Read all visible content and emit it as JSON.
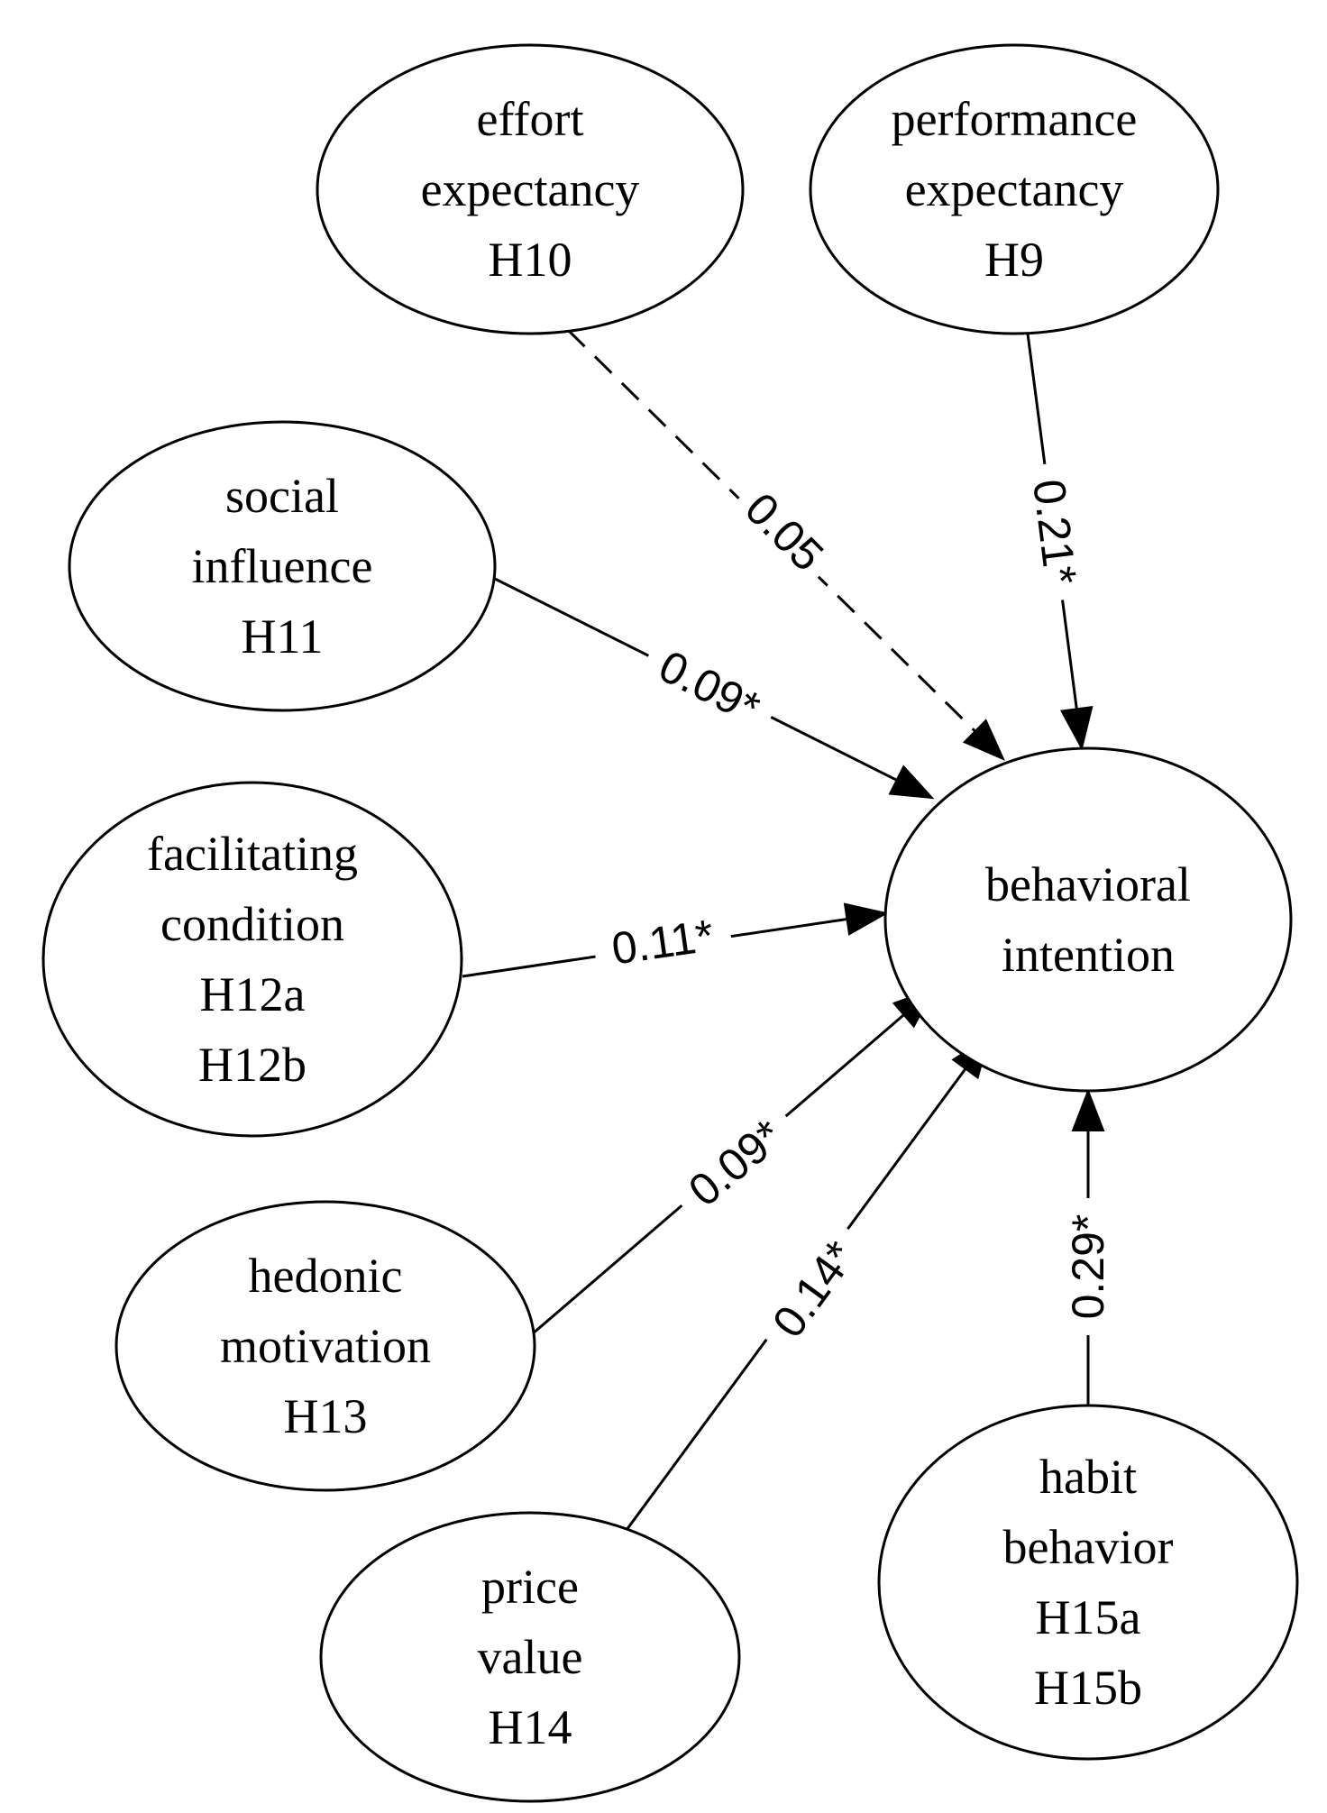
{
  "diagram": {
    "nodes": [
      {
        "id": "effort",
        "lines": [
          "effort",
          "expectancy",
          "H10"
        ]
      },
      {
        "id": "performance",
        "lines": [
          "performance",
          "expectancy",
          "H9"
        ]
      },
      {
        "id": "social",
        "lines": [
          "social",
          "influence",
          "H11"
        ]
      },
      {
        "id": "facilitating",
        "lines": [
          "facilitating",
          "condition",
          "H12a",
          "H12b"
        ]
      },
      {
        "id": "behavioral",
        "lines": [
          "behavioral",
          "intention"
        ]
      },
      {
        "id": "hedonic",
        "lines": [
          "hedonic",
          "motivation",
          "H13"
        ]
      },
      {
        "id": "price",
        "lines": [
          "price",
          "value",
          "H14"
        ]
      },
      {
        "id": "habit",
        "lines": [
          "habit",
          "behavior",
          "H15a",
          "H15b"
        ]
      }
    ],
    "edges": [
      {
        "from": "effort",
        "to": "behavioral",
        "label": "0.05",
        "style": "dashed"
      },
      {
        "from": "performance",
        "to": "behavioral",
        "label": "0.21*",
        "style": "solid"
      },
      {
        "from": "social",
        "to": "behavioral",
        "label": "0.09*",
        "style": "solid"
      },
      {
        "from": "facilitating",
        "to": "behavioral",
        "label": "0.11*",
        "style": "solid"
      },
      {
        "from": "hedonic",
        "to": "behavioral",
        "label": "0.09*",
        "style": "solid"
      },
      {
        "from": "price",
        "to": "behavioral",
        "label": "0.14*",
        "style": "solid"
      },
      {
        "from": "habit",
        "to": "behavioral",
        "label": "0.29*",
        "style": "solid"
      }
    ]
  }
}
